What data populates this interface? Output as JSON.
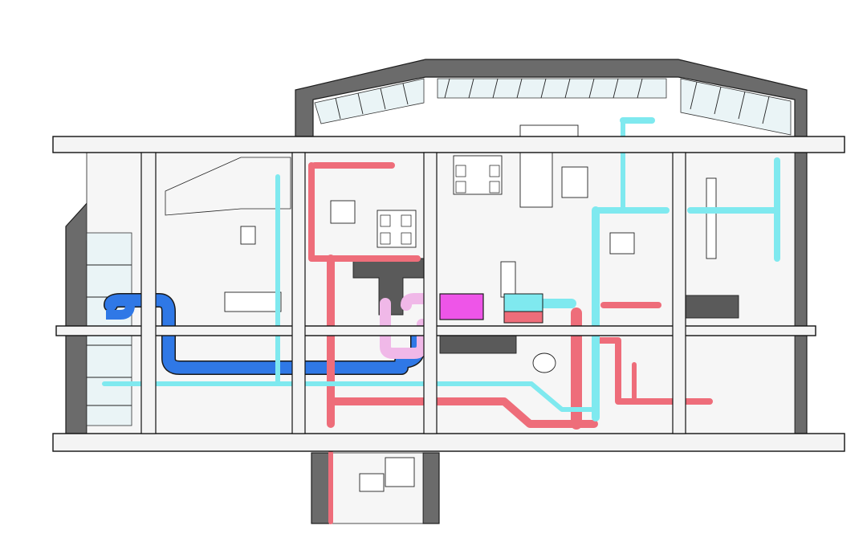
{
  "colors": {
    "supply_air": "#7fe9ef",
    "exhaust_air": "#ee6d7a",
    "outdoor_air": "#2f78e6",
    "recovery_unit": "#ee55e8",
    "return_bypass": "#f0b8e8",
    "wall": "#6b6b6b",
    "beam": "#f4f4f4",
    "glazing": "#eaf4f6"
  },
  "duct_systems": [
    "supply",
    "exhaust",
    "outdoor",
    "ventilation-unit",
    "bypass"
  ]
}
